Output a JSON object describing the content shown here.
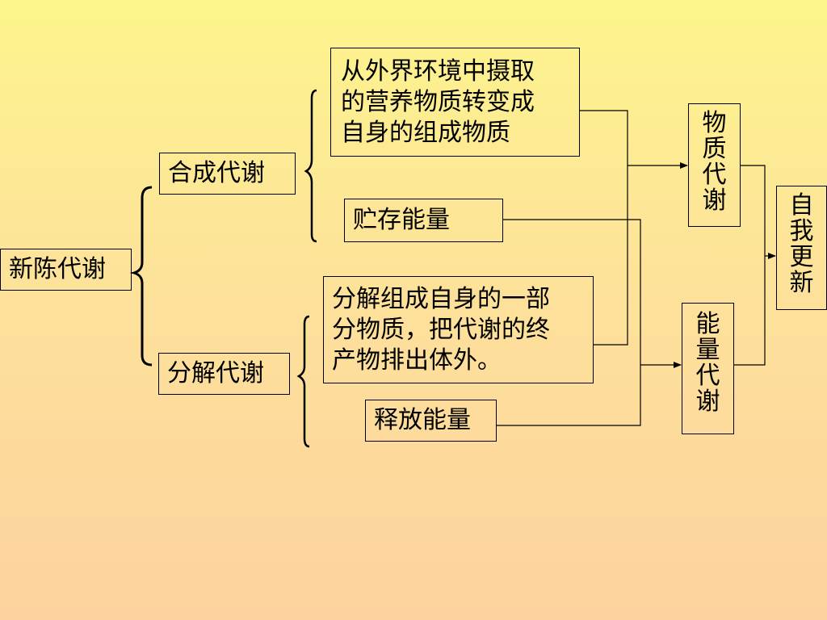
{
  "nodes": {
    "metabolism": "新陈代谢",
    "anabolism": "合成代谢",
    "catabolism": "分解代谢",
    "absorb_transform": [
      "从外界环境中摄取",
      "的营养物质转变成",
      "自身的组成物质"
    ],
    "store_energy": "贮存能量",
    "decompose_excrete": [
      "分解组成自身的一部",
      "分物质，把代谢的终",
      "产物排出体外。"
    ],
    "release_energy": "释放能量",
    "material_metabolism": [
      "物",
      "质",
      "代",
      "谢"
    ],
    "energy_metabolism": [
      "能",
      "量",
      "代",
      "谢"
    ],
    "self_renewal": [
      "自",
      "我",
      "更",
      "新"
    ]
  }
}
